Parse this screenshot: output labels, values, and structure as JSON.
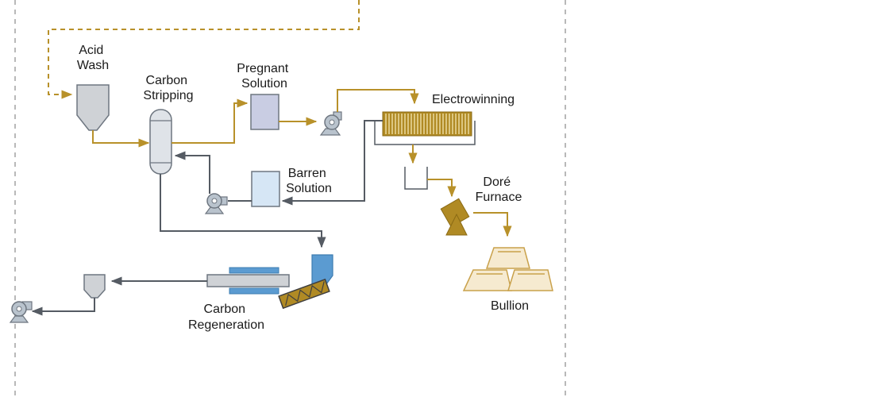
{
  "labels": {
    "acid_wash": [
      "Acid",
      "Wash"
    ],
    "carbon_stripping": [
      "Carbon",
      "Stripping"
    ],
    "pregnant_solution": [
      "Pregnant",
      "Solution"
    ],
    "electrowinning": "Electrowinning",
    "barren_solution": [
      "Barren",
      "Solution"
    ],
    "dore_furnace": [
      "Doré",
      "Furnace"
    ],
    "bullion": "Bullion",
    "carbon_regeneration": [
      "Carbon",
      "Regeneration"
    ]
  },
  "colors": {
    "gold_line": "#b8912a",
    "gray_line": "#555b63",
    "dashed_divider": "#b9b9b9",
    "equipment_fill": "#cfd2d6",
    "equipment_stroke": "#6e7680",
    "pregnant_fill": "#c9cde3",
    "barren_fill": "#d6e6f5",
    "pump_fill": "#b9c3cd",
    "kiln_blue": "#5b9bd1",
    "furnace_gold": "#b08a24",
    "bullion_fill": "#f6ead0",
    "bullion_stroke": "#c9a14b"
  },
  "icons": [
    "pump-icon",
    "hopper-icon",
    "column-icon",
    "tank-icon",
    "electrowinning-cell-icon",
    "furnace-icon",
    "bullion-icon",
    "kiln-icon",
    "screw-conveyor-icon"
  ]
}
